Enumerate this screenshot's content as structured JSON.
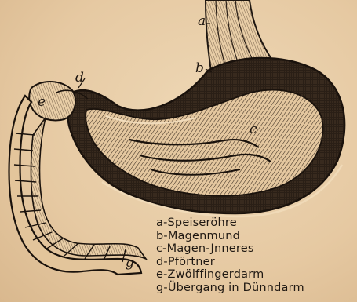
{
  "diagram": {
    "markers": {
      "a": "a",
      "b": "b",
      "c": "c",
      "d": "d",
      "e": "e",
      "g": "g"
    },
    "legend": [
      "a-Speiseröhre",
      "b-Magenmund",
      "c-Magen-Jnneres",
      "d-Pförtner",
      "e-Zwölffingerdarm",
      "g-Übergang in Dünndarm"
    ]
  },
  "colors": {
    "paper": "#e9cfaa",
    "ink": "#1e1610"
  }
}
